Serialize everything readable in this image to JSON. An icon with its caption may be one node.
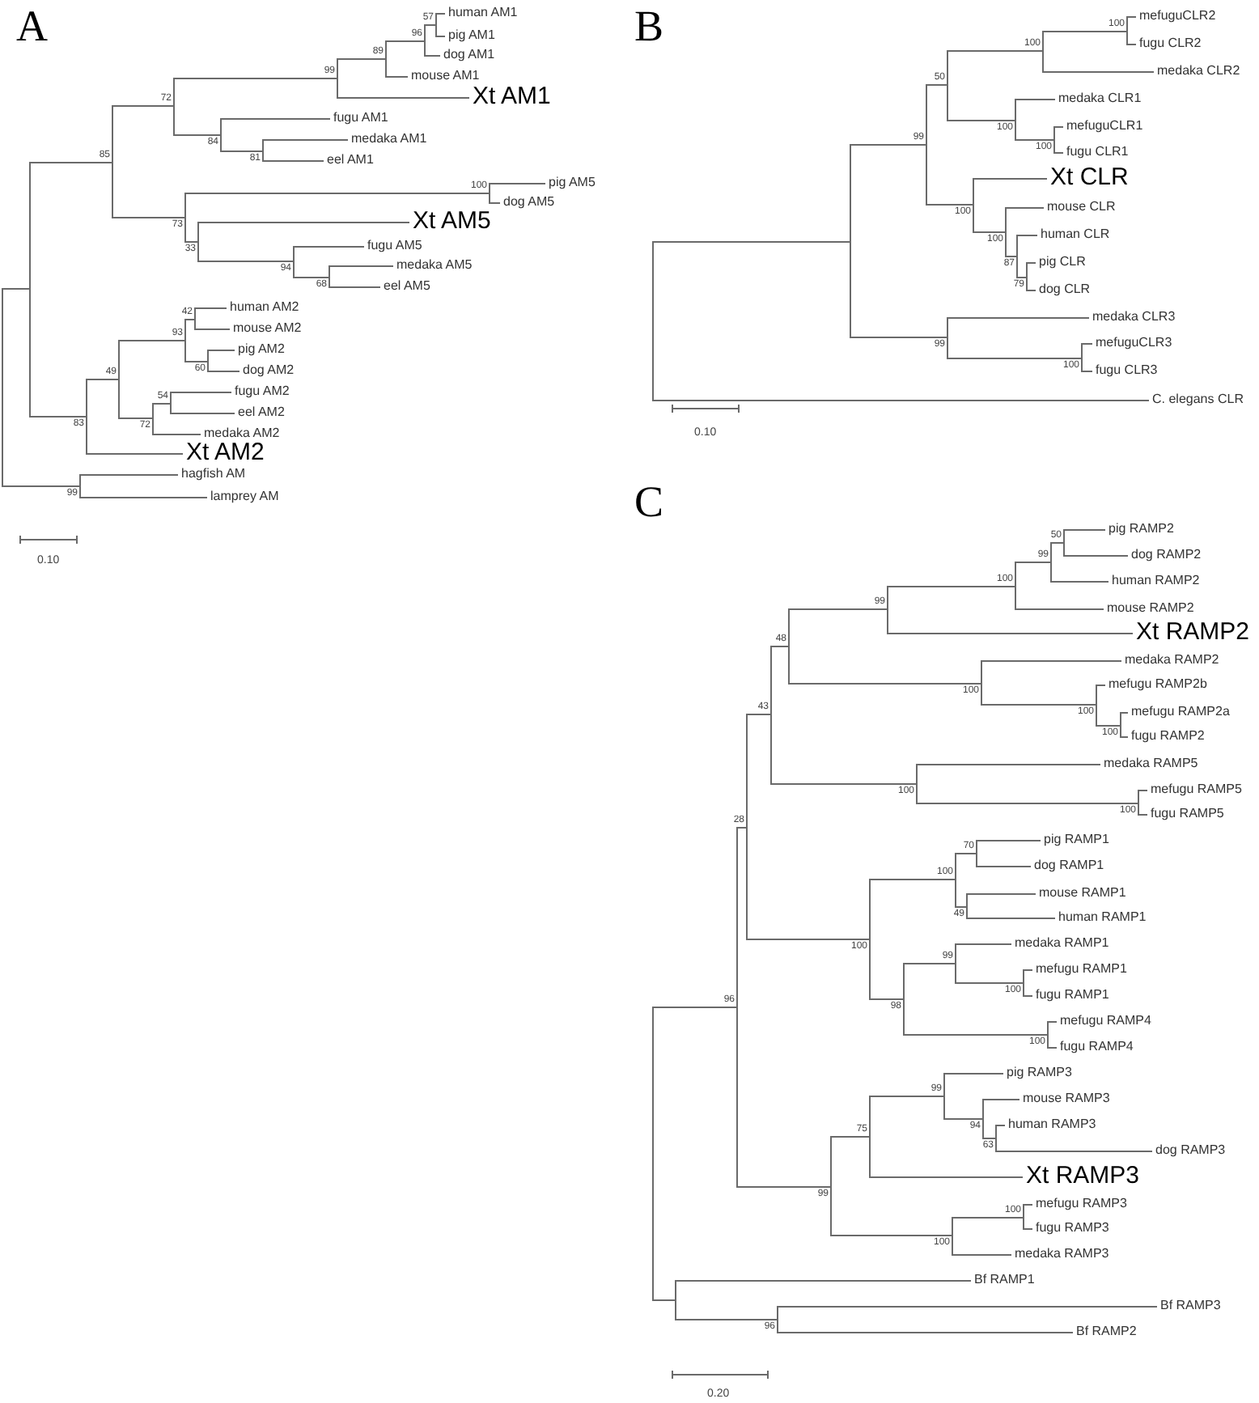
{
  "diagram": {
    "nodes": [
      {
        "text": [],
        "shape": "bar"
      },
      {
        "text": [],
        "shape": "bar"
      },
      {
        "text": [],
        "shape": "bar",
        "beside": [
          "85"
        ]
      },
      {
        "text": [],
        "shape": "bar",
        "beside": [
          "72"
        ]
      },
      {
        "text": [],
        "shape": "bar",
        "beside": [
          "99"
        ]
      },
      {
        "text": [],
        "shape": "bar",
        "beside": [
          "89"
        ]
      },
      {
        "text": [],
        "shape": "bar",
        "beside": [
          "96"
        ]
      },
      {
        "text": [],
        "shape": "bar",
        "beside": [
          "57"
        ]
      },
      {
        "text": [
          "human AM1"
        ]
      },
      {
        "text": [
          "pig AM1"
        ]
      },
      {
        "text": [
          "dog AM1"
        ]
      },
      {
        "text": [
          "mouse AM1"
        ]
      },
      {
        "text": [
          "Xt AM1"
        ]
      },
      {
        "text": [],
        "shape": "bar",
        "beside": [
          "84"
        ]
      },
      {
        "text": [
          "fugu AM1"
        ]
      },
      {
        "text": [],
        "shape": "bar",
        "beside": [
          "81"
        ]
      },
      {
        "text": [
          "medaka AM1"
        ]
      },
      {
        "text": [
          "eel AM1"
        ]
      },
      {
        "text": [],
        "shape": "bar",
        "beside": [
          "73"
        ]
      },
      {
        "text": [],
        "shape": "bar",
        "beside": [
          "100"
        ]
      },
      {
        "text": [
          "pig AM5"
        ]
      },
      {
        "text": [
          "dog AM5"
        ]
      },
      {
        "text": [],
        "shape": "bar",
        "beside": [
          "33"
        ]
      },
      {
        "text": [
          "Xt AM5"
        ]
      },
      {
        "text": [],
        "shape": "bar",
        "beside": [
          "94"
        ]
      },
      {
        "text": [
          "fugu AM5"
        ]
      },
      {
        "text": [],
        "shape": "bar",
        "beside": [
          "68"
        ]
      },
      {
        "text": [
          "medaka AM5"
        ]
      },
      {
        "text": [
          "eel AM5"
        ]
      },
      {
        "text": [],
        "shape": "bar",
        "beside": [
          "83"
        ]
      },
      {
        "text": [],
        "shape": "bar",
        "beside": [
          "49"
        ]
      },
      {
        "text": [],
        "shape": "bar",
        "beside": [
          "93"
        ]
      },
      {
        "text": [],
        "shape": "bar",
        "beside": [
          "42"
        ]
      },
      {
        "text": [
          "human AM2"
        ]
      },
      {
        "text": [
          "mouse AM2"
        ]
      },
      {
        "text": [],
        "shape": "bar",
        "beside": [
          "60"
        ]
      },
      {
        "text": [
          "pig AM2"
        ]
      },
      {
        "text": [
          "dog AM2"
        ]
      },
      {
        "text": [],
        "shape": "bar",
        "beside": [
          "72"
        ]
      },
      {
        "text": [],
        "shape": "bar",
        "beside": [
          "54"
        ]
      },
      {
        "text": [
          "fugu AM2"
        ]
      },
      {
        "text": [
          "eel AM2"
        ]
      },
      {
        "text": [
          "medaka AM2"
        ]
      },
      {
        "text": [
          "Xt AM2"
        ]
      },
      {
        "text": [],
        "shape": "bar",
        "beside": [
          "99"
        ]
      },
      {
        "text": [
          "hagfish AM"
        ]
      },
      {
        "text": [
          "lamprey AM"
        ]
      },
      {
        "text": [],
        "shape": "bar"
      },
      {
        "text": [],
        "shape": "bar"
      },
      {
        "text": [],
        "shape": "bar",
        "beside": [
          "99"
        ]
      },
      {
        "text": [],
        "shape": "bar",
        "beside": [
          "50"
        ]
      },
      {
        "text": [],
        "shape": "bar",
        "beside": [
          "100"
        ]
      },
      {
        "text": [],
        "shape": "bar",
        "beside": [
          "100"
        ]
      },
      {
        "text": [
          "mefuguCLR2"
        ]
      },
      {
        "text": [
          "fugu CLR2"
        ]
      },
      {
        "text": [
          "medaka CLR2"
        ]
      },
      {
        "text": [],
        "shape": "bar",
        "beside": [
          "100"
        ]
      },
      {
        "text": [
          "medaka CLR1"
        ]
      },
      {
        "text": [],
        "shape": "bar",
        "beside": [
          "100"
        ]
      },
      {
        "text": [
          "mefuguCLR1"
        ]
      },
      {
        "text": [
          "fugu CLR1"
        ]
      },
      {
        "text": [],
        "shape": "bar",
        "beside": [
          "100"
        ]
      },
      {
        "text": [
          "Xt CLR"
        ]
      },
      {
        "text": [],
        "shape": "bar",
        "beside": [
          "100"
        ]
      },
      {
        "text": [
          "mouse CLR"
        ]
      },
      {
        "text": [],
        "shape": "bar",
        "beside": [
          "87"
        ]
      },
      {
        "text": [
          "human CLR"
        ]
      },
      {
        "text": [],
        "shape": "bar",
        "beside": [
          "79"
        ]
      },
      {
        "text": [
          "pig CLR"
        ]
      },
      {
        "text": [
          "dog CLR"
        ]
      },
      {
        "text": [],
        "shape": "bar",
        "beside": [
          "99"
        ]
      },
      {
        "text": [
          "medaka CLR3"
        ]
      },
      {
        "text": [],
        "shape": "bar",
        "beside": [
          "100"
        ]
      },
      {
        "text": [
          "mefuguCLR3"
        ]
      },
      {
        "text": [
          "fugu CLR3"
        ]
      },
      {
        "text": [
          "C. elegans CLR"
        ]
      },
      {
        "text": [],
        "shape": "bar"
      },
      {
        "text": [],
        "shape": "bar",
        "beside": [
          "96"
        ]
      },
      {
        "text": [],
        "shape": "bar",
        "beside": [
          "28"
        ]
      },
      {
        "text": [],
        "shape": "bar",
        "beside": [
          "43"
        ]
      },
      {
        "text": [],
        "shape": "bar",
        "beside": [
          "48"
        ]
      },
      {
        "text": [],
        "shape": "bar",
        "beside": [
          "99"
        ]
      },
      {
        "text": [],
        "shape": "bar",
        "beside": [
          "100"
        ]
      },
      {
        "text": [],
        "shape": "bar",
        "beside": [
          "99"
        ]
      },
      {
        "text": [],
        "shape": "bar",
        "beside": [
          "50"
        ]
      },
      {
        "text": [
          "pig RAMP2"
        ]
      },
      {
        "text": [
          "dog RAMP2"
        ]
      },
      {
        "text": [
          "human RAMP2"
        ]
      },
      {
        "text": [
          "mouse RAMP2"
        ]
      },
      {
        "text": [
          "Xt RAMP2"
        ]
      },
      {
        "text": [],
        "shape": "bar",
        "beside": [
          "100"
        ]
      },
      {
        "text": [
          "medaka RAMP2"
        ]
      },
      {
        "text": [],
        "shape": "bar",
        "beside": [
          "100"
        ]
      },
      {
        "text": [
          "mefugu RAMP2b"
        ]
      },
      {
        "text": [],
        "shape": "bar",
        "beside": [
          "100"
        ]
      },
      {
        "text": [
          "mefugu RAMP2a"
        ]
      },
      {
        "text": [
          "fugu RAMP2"
        ]
      },
      {
        "text": [],
        "shape": "bar",
        "beside": [
          "100"
        ]
      },
      {
        "text": [
          "medaka RAMP5"
        ]
      },
      {
        "text": [],
        "shape": "bar",
        "beside": [
          "100"
        ]
      },
      {
        "text": [
          "mefugu RAMP5"
        ]
      },
      {
        "text": [
          "fugu RAMP5"
        ]
      },
      {
        "text": [],
        "shape": "bar",
        "beside": [
          "100"
        ]
      },
      {
        "text": [],
        "shape": "bar",
        "beside": [
          "100"
        ]
      },
      {
        "text": [],
        "shape": "bar",
        "beside": [
          "70"
        ]
      },
      {
        "text": [
          "pig RAMP1"
        ]
      },
      {
        "text": [
          "dog RAMP1"
        ]
      },
      {
        "text": [],
        "shape": "bar",
        "beside": [
          "49"
        ]
      },
      {
        "text": [
          "mouse RAMP1"
        ]
      },
      {
        "text": [
          "human RAMP1"
        ]
      },
      {
        "text": [],
        "shape": "bar",
        "beside": [
          "98"
        ]
      },
      {
        "text": [],
        "shape": "bar",
        "beside": [
          "99"
        ]
      },
      {
        "text": [
          "medaka RAMP1"
        ]
      },
      {
        "text": [],
        "shape": "bar",
        "beside": [
          "100"
        ]
      },
      {
        "text": [
          "mefugu RAMP1"
        ]
      },
      {
        "text": [
          "fugu RAMP1"
        ]
      },
      {
        "text": [],
        "shape": "bar",
        "beside": [
          "100"
        ]
      },
      {
        "text": [
          "mefugu RAMP4"
        ]
      },
      {
        "text": [
          "fugu RAMP4"
        ]
      },
      {
        "text": [],
        "shape": "bar",
        "beside": [
          "99"
        ]
      },
      {
        "text": [],
        "shape": "bar",
        "beside": [
          "75"
        ]
      },
      {
        "text": [],
        "shape": "bar",
        "beside": [
          "99"
        ]
      },
      {
        "text": [
          "pig RAMP3"
        ]
      },
      {
        "text": [],
        "shape": "bar",
        "beside": [
          "94"
        ]
      },
      {
        "text": [
          "mouse RAMP3"
        ]
      },
      {
        "text": [],
        "shape": "bar",
        "beside": [
          "63"
        ]
      },
      {
        "text": [
          "human RAMP3"
        ]
      },
      {
        "text": [
          "dog RAMP3"
        ]
      },
      {
        "text": [
          "Xt RAMP3"
        ]
      },
      {
        "text": [],
        "shape": "bar",
        "beside": [
          "100"
        ]
      },
      {
        "text": [],
        "shape": "bar",
        "beside": [
          "100"
        ]
      },
      {
        "text": [
          "mefugu RAMP3"
        ]
      },
      {
        "text": [
          "fugu RAMP3"
        ]
      },
      {
        "text": [
          "medaka RAMP3"
        ]
      },
      {
        "text": [],
        "shape": "bar"
      },
      {
        "text": [
          "Bf RAMP1"
        ]
      },
      {
        "text": [],
        "shape": "bar",
        "beside": [
          "96"
        ]
      },
      {
        "text": [
          "Bf RAMP3"
        ]
      },
      {
        "text": [
          "Bf RAMP2"
        ]
      }
    ],
    "edges": [
      {
        "from": 0,
        "to": 1,
        "arrow": "none"
      },
      {
        "from": 0,
        "to": 44,
        "arrow": "none"
      },
      {
        "from": 1,
        "to": 2,
        "arrow": "none"
      },
      {
        "from": 1,
        "to": 29,
        "arrow": "none"
      },
      {
        "from": 2,
        "to": 3,
        "arrow": "none"
      },
      {
        "from": 2,
        "to": 18,
        "arrow": "none"
      },
      {
        "from": 3,
        "to": 4,
        "arrow": "none"
      },
      {
        "from": 3,
        "to": 13,
        "arrow": "none"
      },
      {
        "from": 4,
        "to": 5,
        "arrow": "none"
      },
      {
        "from": 4,
        "to": 12,
        "arrow": "none"
      },
      {
        "from": 5,
        "to": 6,
        "arrow": "none"
      },
      {
        "from": 5,
        "to": 11,
        "arrow": "none"
      },
      {
        "from": 6,
        "to": 7,
        "arrow": "none"
      },
      {
        "from": 6,
        "to": 10,
        "arrow": "none"
      },
      {
        "from": 7,
        "to": 8,
        "arrow": "none"
      },
      {
        "from": 7,
        "to": 9,
        "arrow": "none"
      },
      {
        "from": 13,
        "to": 14,
        "arrow": "none"
      },
      {
        "from": 13,
        "to": 15,
        "arrow": "none"
      },
      {
        "from": 15,
        "to": 16,
        "arrow": "none"
      },
      {
        "from": 15,
        "to": 17,
        "arrow": "none"
      },
      {
        "from": 18,
        "to": 19,
        "arrow": "none"
      },
      {
        "from": 18,
        "to": 22,
        "arrow": "none"
      },
      {
        "from": 19,
        "to": 20,
        "arrow": "none"
      },
      {
        "from": 19,
        "to": 21,
        "arrow": "none"
      },
      {
        "from": 22,
        "to": 23,
        "arrow": "none"
      },
      {
        "from": 22,
        "to": 24,
        "arrow": "none"
      },
      {
        "from": 24,
        "to": 25,
        "arrow": "none"
      },
      {
        "from": 24,
        "to": 26,
        "arrow": "none"
      },
      {
        "from": 26,
        "to": 27,
        "arrow": "none"
      },
      {
        "from": 26,
        "to": 28,
        "arrow": "none"
      },
      {
        "from": 29,
        "to": 30,
        "arrow": "none"
      },
      {
        "from": 29,
        "to": 43,
        "arrow": "none"
      },
      {
        "from": 30,
        "to": 31,
        "arrow": "none"
      },
      {
        "from": 30,
        "to": 38,
        "arrow": "none"
      },
      {
        "from": 31,
        "to": 32,
        "arrow": "none"
      },
      {
        "from": 31,
        "to": 35,
        "arrow": "none"
      },
      {
        "from": 32,
        "to": 33,
        "arrow": "none"
      },
      {
        "from": 32,
        "to": 34,
        "arrow": "none"
      },
      {
        "from": 35,
        "to": 36,
        "arrow": "none"
      },
      {
        "from": 35,
        "to": 37,
        "arrow": "none"
      },
      {
        "from": 38,
        "to": 39,
        "arrow": "none"
      },
      {
        "from": 38,
        "to": 42,
        "arrow": "none"
      },
      {
        "from": 39,
        "to": 40,
        "arrow": "none"
      },
      {
        "from": 39,
        "to": 41,
        "arrow": "none"
      },
      {
        "from": 44,
        "to": 45,
        "arrow": "none"
      },
      {
        "from": 44,
        "to": 46,
        "arrow": "none"
      },
      {
        "from": 47,
        "to": 48,
        "arrow": "none"
      },
      {
        "from": 47,
        "to": 75,
        "arrow": "none"
      },
      {
        "from": 48,
        "to": 49,
        "arrow": "none"
      },
      {
        "from": 48,
        "to": 70,
        "arrow": "none"
      },
      {
        "from": 49,
        "to": 50,
        "arrow": "none"
      },
      {
        "from": 49,
        "to": 61,
        "arrow": "none"
      },
      {
        "from": 50,
        "to": 51,
        "arrow": "none"
      },
      {
        "from": 50,
        "to": 56,
        "arrow": "none"
      },
      {
        "from": 51,
        "to": 52,
        "arrow": "none"
      },
      {
        "from": 51,
        "to": 55,
        "arrow": "none"
      },
      {
        "from": 52,
        "to": 53,
        "arrow": "none"
      },
      {
        "from": 52,
        "to": 54,
        "arrow": "none"
      },
      {
        "from": 56,
        "to": 57,
        "arrow": "none"
      },
      {
        "from": 56,
        "to": 58,
        "arrow": "none"
      },
      {
        "from": 58,
        "to": 59,
        "arrow": "none"
      },
      {
        "from": 58,
        "to": 60,
        "arrow": "none"
      },
      {
        "from": 61,
        "to": 62,
        "arrow": "none"
      },
      {
        "from": 61,
        "to": 63,
        "arrow": "none"
      },
      {
        "from": 63,
        "to": 64,
        "arrow": "none"
      },
      {
        "from": 63,
        "to": 65,
        "arrow": "none"
      },
      {
        "from": 65,
        "to": 66,
        "arrow": "none"
      },
      {
        "from": 65,
        "to": 67,
        "arrow": "none"
      },
      {
        "from": 67,
        "to": 68,
        "arrow": "none"
      },
      {
        "from": 67,
        "to": 69,
        "arrow": "none"
      },
      {
        "from": 70,
        "to": 71,
        "arrow": "none"
      },
      {
        "from": 70,
        "to": 72,
        "arrow": "none"
      },
      {
        "from": 72,
        "to": 73,
        "arrow": "none"
      },
      {
        "from": 72,
        "to": 74,
        "arrow": "none"
      },
      {
        "from": 76,
        "to": 77,
        "arrow": "none"
      },
      {
        "from": 76,
        "to": 134,
        "arrow": "none"
      },
      {
        "from": 77,
        "to": 78,
        "arrow": "none"
      },
      {
        "from": 77,
        "to": 119,
        "arrow": "none"
      },
      {
        "from": 78,
        "to": 79,
        "arrow": "none"
      },
      {
        "from": 78,
        "to": 102,
        "arrow": "none"
      },
      {
        "from": 79,
        "to": 80,
        "arrow": "none"
      },
      {
        "from": 79,
        "to": 97,
        "arrow": "none"
      },
      {
        "from": 80,
        "to": 81,
        "arrow": "none"
      },
      {
        "from": 80,
        "to": 90,
        "arrow": "none"
      },
      {
        "from": 81,
        "to": 82,
        "arrow": "none"
      },
      {
        "from": 81,
        "to": 89,
        "arrow": "none"
      },
      {
        "from": 82,
        "to": 83,
        "arrow": "none"
      },
      {
        "from": 82,
        "to": 88,
        "arrow": "none"
      },
      {
        "from": 83,
        "to": 84,
        "arrow": "none"
      },
      {
        "from": 83,
        "to": 87,
        "arrow": "none"
      },
      {
        "from": 84,
        "to": 85,
        "arrow": "none"
      },
      {
        "from": 84,
        "to": 86,
        "arrow": "none"
      },
      {
        "from": 90,
        "to": 91,
        "arrow": "none"
      },
      {
        "from": 90,
        "to": 92,
        "arrow": "none"
      },
      {
        "from": 92,
        "to": 93,
        "arrow": "none"
      },
      {
        "from": 92,
        "to": 94,
        "arrow": "none"
      },
      {
        "from": 94,
        "to": 95,
        "arrow": "none"
      },
      {
        "from": 94,
        "to": 96,
        "arrow": "none"
      },
      {
        "from": 97,
        "to": 98,
        "arrow": "none"
      },
      {
        "from": 97,
        "to": 99,
        "arrow": "none"
      },
      {
        "from": 99,
        "to": 100,
        "arrow": "none"
      },
      {
        "from": 99,
        "to": 101,
        "arrow": "none"
      },
      {
        "from": 102,
        "to": 103,
        "arrow": "none"
      },
      {
        "from": 102,
        "to": 110,
        "arrow": "none"
      },
      {
        "from": 103,
        "to": 104,
        "arrow": "none"
      },
      {
        "from": 103,
        "to": 107,
        "arrow": "none"
      },
      {
        "from": 104,
        "to": 105,
        "arrow": "none"
      },
      {
        "from": 104,
        "to": 106,
        "arrow": "none"
      },
      {
        "from": 107,
        "to": 108,
        "arrow": "none"
      },
      {
        "from": 107,
        "to": 109,
        "arrow": "none"
      },
      {
        "from": 110,
        "to": 111,
        "arrow": "none"
      },
      {
        "from": 110,
        "to": 116,
        "arrow": "none"
      },
      {
        "from": 111,
        "to": 112,
        "arrow": "none"
      },
      {
        "from": 111,
        "to": 113,
        "arrow": "none"
      },
      {
        "from": 113,
        "to": 114,
        "arrow": "none"
      },
      {
        "from": 113,
        "to": 115,
        "arrow": "none"
      },
      {
        "from": 116,
        "to": 117,
        "arrow": "none"
      },
      {
        "from": 116,
        "to": 118,
        "arrow": "none"
      },
      {
        "from": 119,
        "to": 120,
        "arrow": "none"
      },
      {
        "from": 119,
        "to": 129,
        "arrow": "none"
      },
      {
        "from": 120,
        "to": 121,
        "arrow": "none"
      },
      {
        "from": 120,
        "to": 128,
        "arrow": "none"
      },
      {
        "from": 121,
        "to": 122,
        "arrow": "none"
      },
      {
        "from": 121,
        "to": 123,
        "arrow": "none"
      },
      {
        "from": 123,
        "to": 124,
        "arrow": "none"
      },
      {
        "from": 123,
        "to": 125,
        "arrow": "none"
      },
      {
        "from": 125,
        "to": 126,
        "arrow": "none"
      },
      {
        "from": 125,
        "to": 127,
        "arrow": "none"
      },
      {
        "from": 129,
        "to": 130,
        "arrow": "none"
      },
      {
        "from": 129,
        "to": 133,
        "arrow": "none"
      },
      {
        "from": 130,
        "to": 131,
        "arrow": "none"
      },
      {
        "from": 130,
        "to": 132,
        "arrow": "none"
      },
      {
        "from": 134,
        "to": 135,
        "arrow": "none"
      },
      {
        "from": 134,
        "to": 136,
        "arrow": "none"
      },
      {
        "from": 136,
        "to": 137,
        "arrow": "none"
      },
      {
        "from": 136,
        "to": 138,
        "arrow": "none"
      }
    ],
    "labels": [
      "A",
      "B",
      "0.10",
      "C",
      "0.10",
      "0.20"
    ]
  }
}
